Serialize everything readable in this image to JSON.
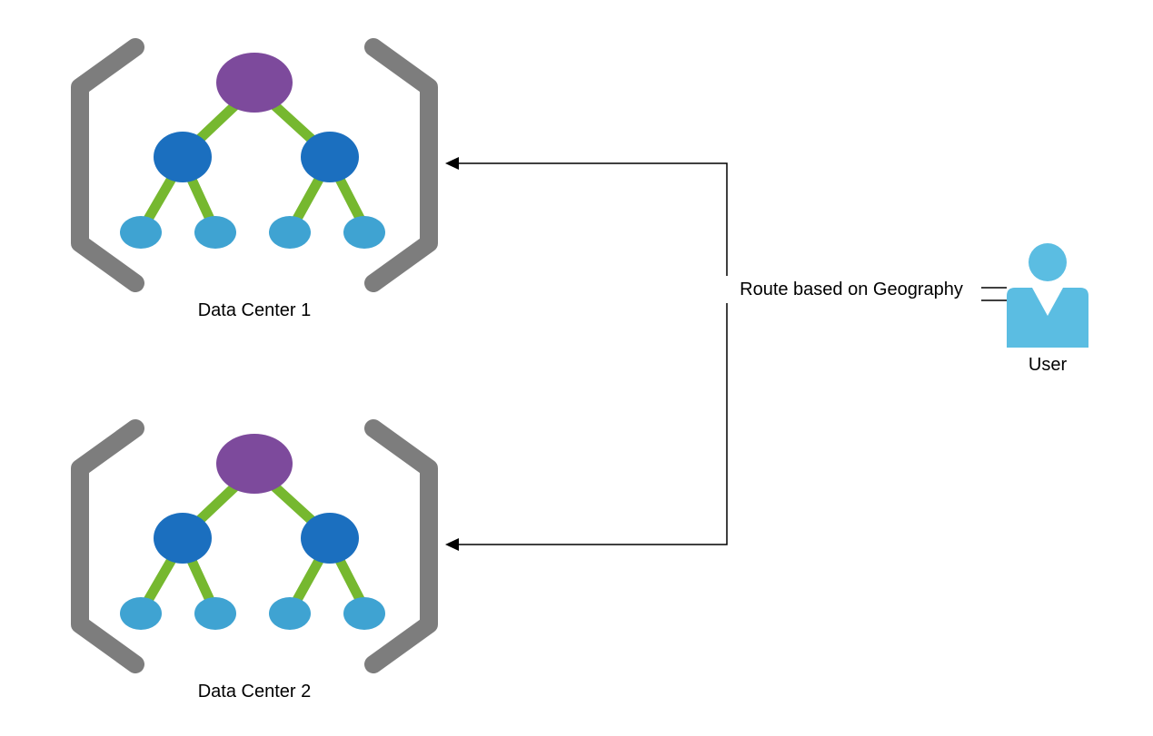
{
  "diagram": {
    "data_center_1": {
      "label": "Data Center 1"
    },
    "data_center_2": {
      "label": "Data Center 2"
    },
    "user": {
      "label": "User"
    },
    "connector_label": "Route based on Geography"
  },
  "colors": {
    "root_node": "#7d4a9c",
    "mid_node": "#1b6fbf",
    "leaf_node": "#3fa3d2",
    "user_icon": "#5bbde2",
    "edge": "#76b82f",
    "bracket": "#7d7d7d",
    "connector": "#000000",
    "background": "#ffffff"
  }
}
